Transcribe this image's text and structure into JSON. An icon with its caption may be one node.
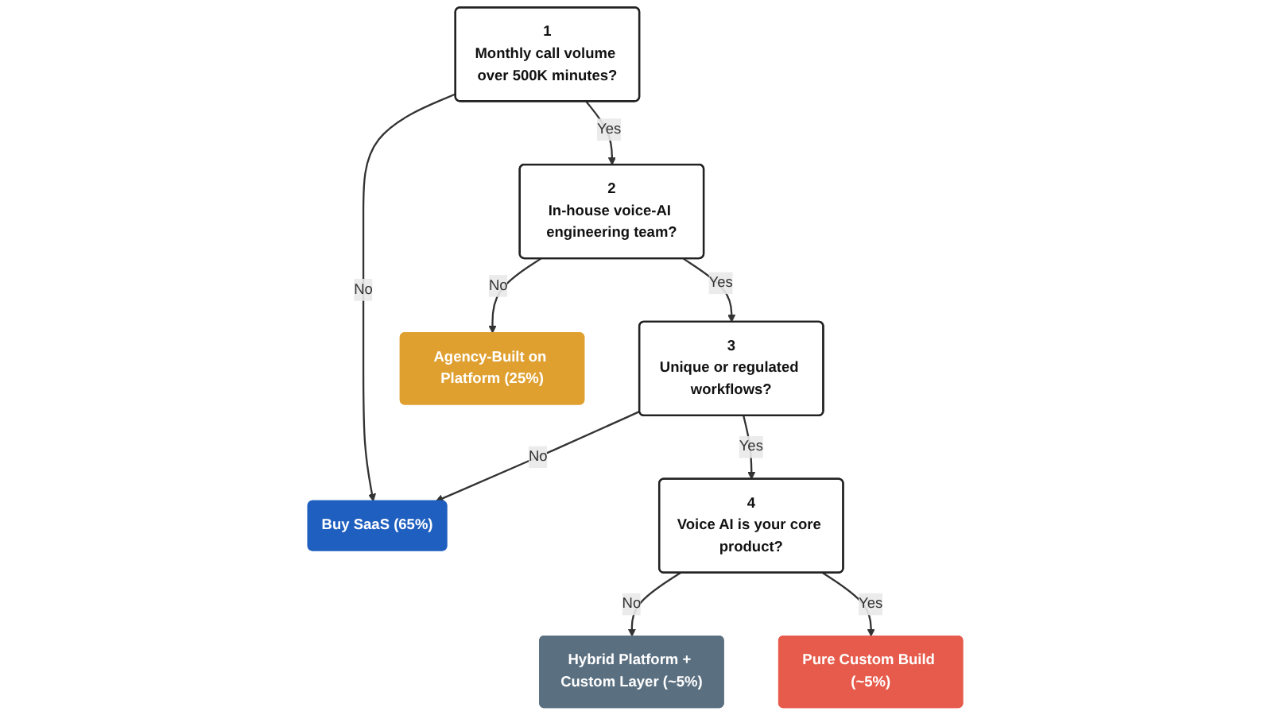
{
  "diagram": {
    "nodes": [
      {
        "text": [
          "1",
          "Monthly call volume over 500K minutes?"
        ]
      },
      {
        "text": [
          "Buy SaaS (65%)"
        ]
      },
      {
        "text": [
          "2",
          "In-house voice-AI engineering team?"
        ]
      },
      {
        "text": [
          "Agency-Built on Platform (25%)"
        ]
      },
      {
        "text": [
          "3",
          "Unique or regulated workflows?"
        ]
      },
      {
        "text": [
          "4",
          "Voice AI is your core product?"
        ]
      },
      {
        "text": [
          "Hybrid Platform + Custom Layer (~5%)"
        ]
      },
      {
        "text": [
          "Pure Custom Build (~5%)"
        ]
      }
    ],
    "edges": [
      {
        "from": 0,
        "to": 1,
        "arrow": "to",
        "label": "No"
      },
      {
        "from": 0,
        "to": 2,
        "arrow": "to",
        "label": "Yes"
      },
      {
        "from": 2,
        "to": 3,
        "arrow": "to",
        "label": "No"
      },
      {
        "from": 2,
        "to": 4,
        "arrow": "to",
        "label": "Yes"
      },
      {
        "from": 4,
        "to": 1,
        "arrow": "to",
        "label": "No"
      },
      {
        "from": 4,
        "to": 5,
        "arrow": "to",
        "label": "Yes"
      },
      {
        "from": 5,
        "to": 6,
        "arrow": "to",
        "label": "No"
      },
      {
        "from": 5,
        "to": 7,
        "arrow": "to",
        "label": "Yes"
      }
    ]
  }
}
